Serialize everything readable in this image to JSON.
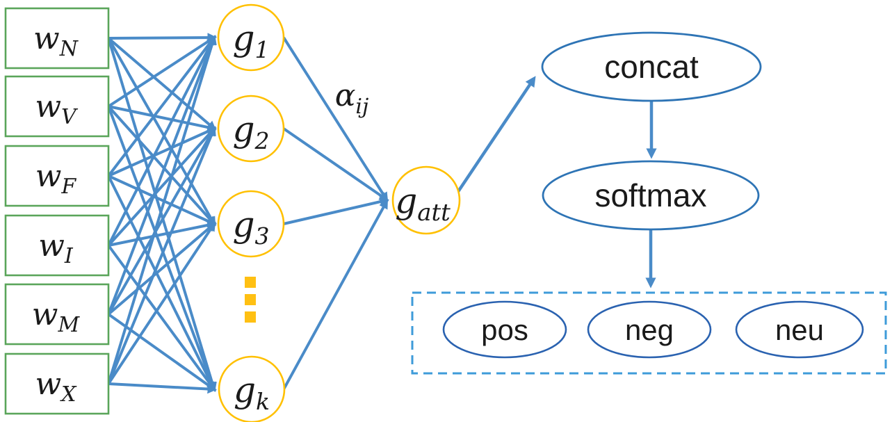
{
  "diagram": {
    "inputs": [
      {
        "base": "w",
        "sub": "N"
      },
      {
        "base": "w",
        "sub": "V"
      },
      {
        "base": "w",
        "sub": "F"
      },
      {
        "base": "w",
        "sub": "I"
      },
      {
        "base": "w",
        "sub": "M"
      },
      {
        "base": "w",
        "sub": "X"
      }
    ],
    "gates": [
      {
        "base": "g",
        "sub": "1"
      },
      {
        "base": "g",
        "sub": "2"
      },
      {
        "base": "g",
        "sub": "3"
      },
      {
        "base": "g",
        "sub": "k"
      }
    ],
    "attention_node": {
      "base": "g",
      "sub": "att"
    },
    "edge_label": {
      "base": "α",
      "sub": "ij"
    },
    "operations": [
      {
        "label": "concat"
      },
      {
        "label": "softmax"
      }
    ],
    "outputs": [
      {
        "label": "pos"
      },
      {
        "label": "neg"
      },
      {
        "label": "neu"
      }
    ],
    "colors": {
      "edge_blue": "#4A8BC8",
      "gate_stroke_gold": "#FFC000",
      "input_stroke_green": "#5AA55A",
      "op_ellipse_stroke": "#2E74B5",
      "output_ellipse_stroke": "#2A62B0",
      "dashed_box_stroke": "#3E9BD9",
      "text": "#1A1A1A"
    }
  }
}
